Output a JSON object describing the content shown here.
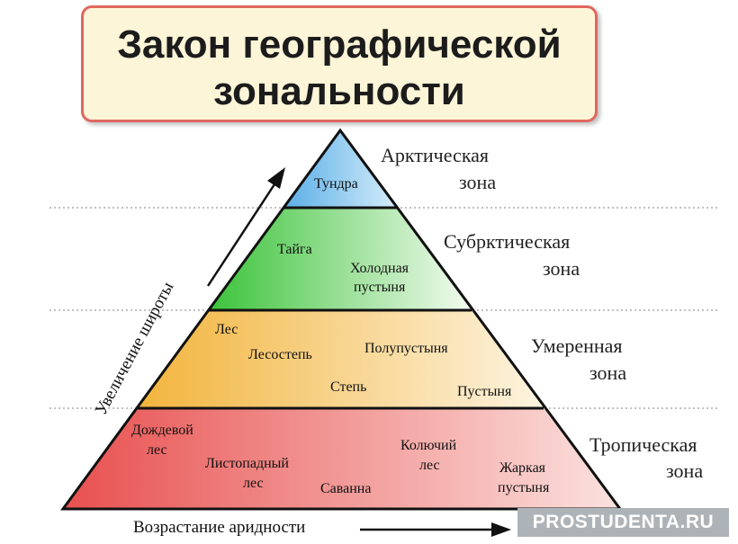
{
  "title": {
    "line1": "Закон географической",
    "line2": "зональности"
  },
  "tiers": {
    "arctic": {
      "labels": [
        "Тундра"
      ]
    },
    "subarctic": {
      "labels": [
        "Тайга",
        "Холодная",
        "пустыня"
      ]
    },
    "temperate": {
      "labels": [
        "Лес",
        "Лесостепь",
        "Полупустыня",
        "Степь",
        "Пустыня"
      ]
    },
    "tropical": {
      "labels": [
        "Дождевой",
        "лес",
        "Листопадный",
        "лес",
        "Саванна",
        "Колючий",
        "лес",
        "Жаркая",
        "пустыня"
      ]
    }
  },
  "zones": {
    "arctic": [
      "Арктическая",
      "зона"
    ],
    "subarctic": [
      "Субрктическая",
      "зона"
    ],
    "temperate": [
      "Умеренная",
      "зона"
    ],
    "tropical": [
      "Тропическая",
      "зона"
    ]
  },
  "axes": {
    "latitude": "Увеличение широты",
    "aridity": "Возрастание аридности"
  },
  "watermark": "PROSTUDENTA.RU",
  "colors": {
    "arctic": "#7ec3ec",
    "subarctic": "#5fcf5c",
    "temperate": "#f4c15e",
    "tropical": "#eb6f6f"
  }
}
